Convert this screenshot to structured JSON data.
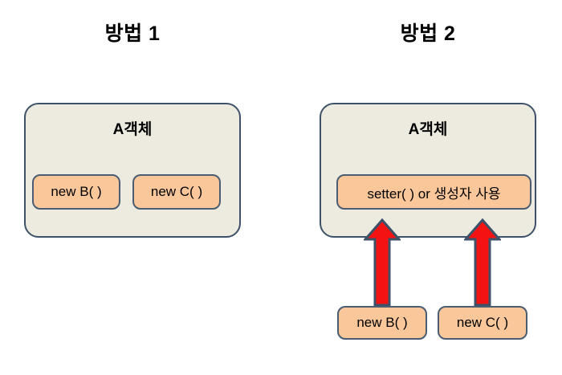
{
  "diagram": {
    "title_left": "방법 1",
    "title_right": "방법 2",
    "left_panel": {
      "object_title": "A객체",
      "boxes": [
        {
          "label": "new B( )"
        },
        {
          "label": "new C( )"
        }
      ]
    },
    "right_panel": {
      "object_title": "A객체",
      "inner_box": {
        "label": "setter( ) or 생성자 사용"
      },
      "external_boxes": [
        {
          "label": "new B( )"
        },
        {
          "label": "new C( )"
        }
      ],
      "arrows": [
        {
          "name": "arrow-from-new-b",
          "direction": "up"
        },
        {
          "name": "arrow-from-new-c",
          "direction": "up"
        }
      ]
    },
    "colors": {
      "container_fill": "#edeae0",
      "container_border": "#3d5268",
      "box_fill": "#f9c79a",
      "box_border": "#4a5d72",
      "arrow_fill": "#f41313",
      "arrow_border": "#3d5268",
      "background": "#ffffff",
      "text": "#000000"
    }
  }
}
